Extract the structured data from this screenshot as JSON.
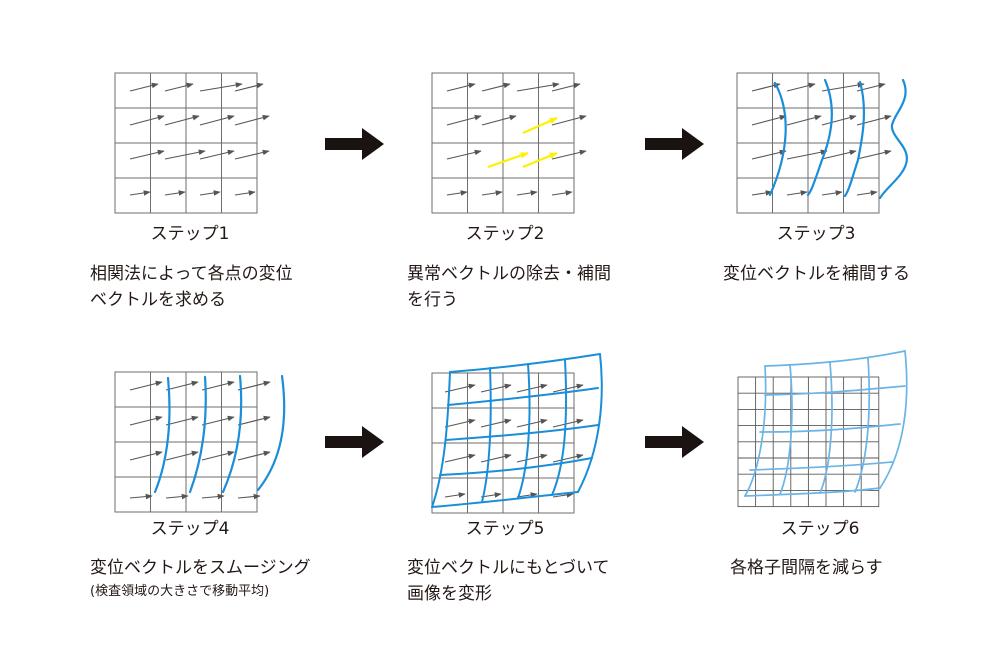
{
  "steps": [
    {
      "title": "ステップ1",
      "desc1": "相関法によって各点の変位",
      "desc2": "ベクトルを求める"
    },
    {
      "title": "ステップ2",
      "desc1": "異常ベクトルの除去・補間",
      "desc2": "を行う"
    },
    {
      "title": "ステップ3",
      "desc1": "変位ベクトルを補間する"
    },
    {
      "title": "ステップ4",
      "desc1": "変位ベクトルをスムージング",
      "desc2": "(検査領域の大きさで移動平均)"
    },
    {
      "title": "ステップ5",
      "desc1": "変位ベクトルにもとづいて",
      "desc2": "画像を変形"
    },
    {
      "title": "ステップ6",
      "desc1": "各格子間隔を減らす"
    }
  ],
  "colors": {
    "grid": "#6e6e6e",
    "vector": "#555555",
    "abnormal_vector": "#ffef00",
    "interp_curve": "#1a8ed8",
    "light_curve": "#6ab4e6",
    "arrow": "#1a1311"
  }
}
